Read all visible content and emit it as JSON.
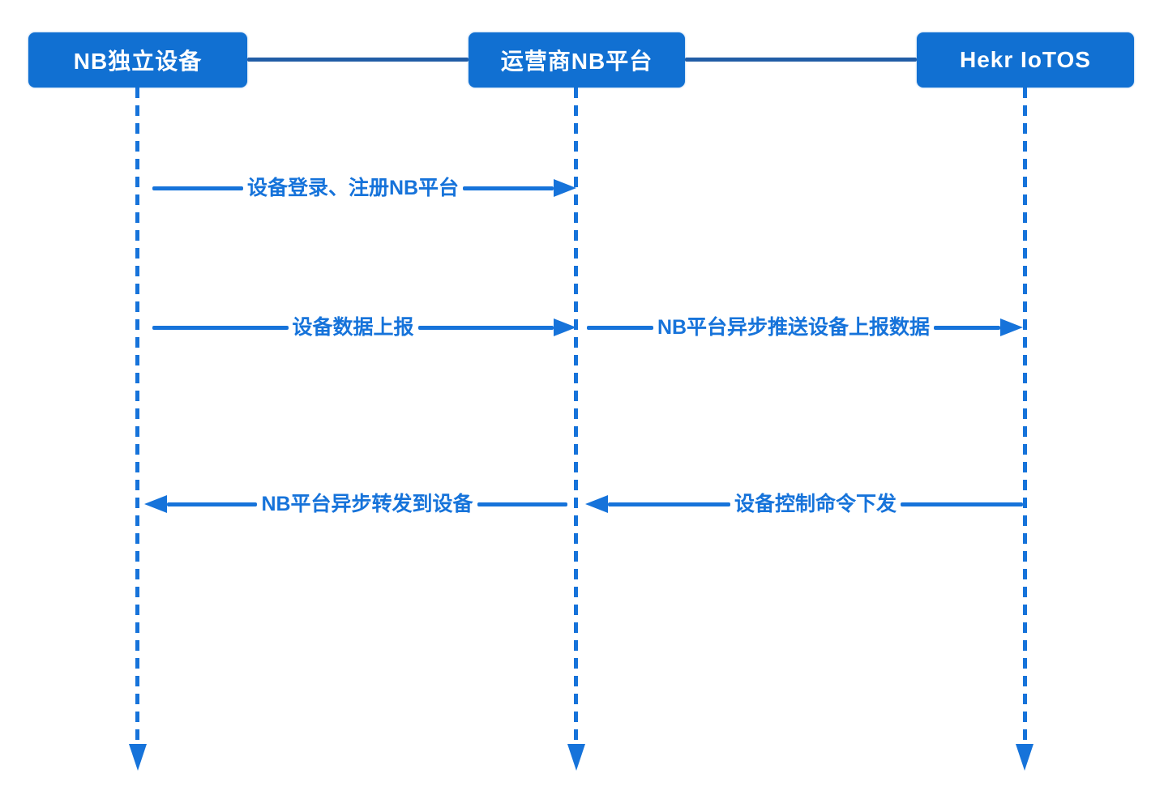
{
  "diagram": {
    "type": "sequence-diagram",
    "actors": [
      {
        "id": "nb-device",
        "label": "NB独立设备"
      },
      {
        "id": "operator-nb-platform",
        "label": "运营商NB平台"
      },
      {
        "id": "hekr-iotos",
        "label": "Hekr IoTOS"
      }
    ],
    "messages": [
      {
        "label": "设备登录、注册NB平台",
        "from": "NB独立设备",
        "to": "运营商NB平台",
        "direction": "right"
      },
      {
        "label": "设备数据上报",
        "from": "NB独立设备",
        "to": "运营商NB平台",
        "direction": "right"
      },
      {
        "label": "NB平台异步推送设备上报数据",
        "from": "运营商NB平台",
        "to": "Hekr IoTOS",
        "direction": "right"
      },
      {
        "label": "NB平台异步转发到设备",
        "from": "运营商NB平台",
        "to": "NB独立设备",
        "direction": "left"
      },
      {
        "label": "设备控制命令下发",
        "from": "Hekr IoTOS",
        "to": "运营商NB平台",
        "direction": "left"
      }
    ],
    "colors": {
      "actor_fill": "#1170d2",
      "actor_text": "#ffffff",
      "message_line": "#1673da",
      "connector_line": "#215da6",
      "background": "#ffffff"
    }
  }
}
